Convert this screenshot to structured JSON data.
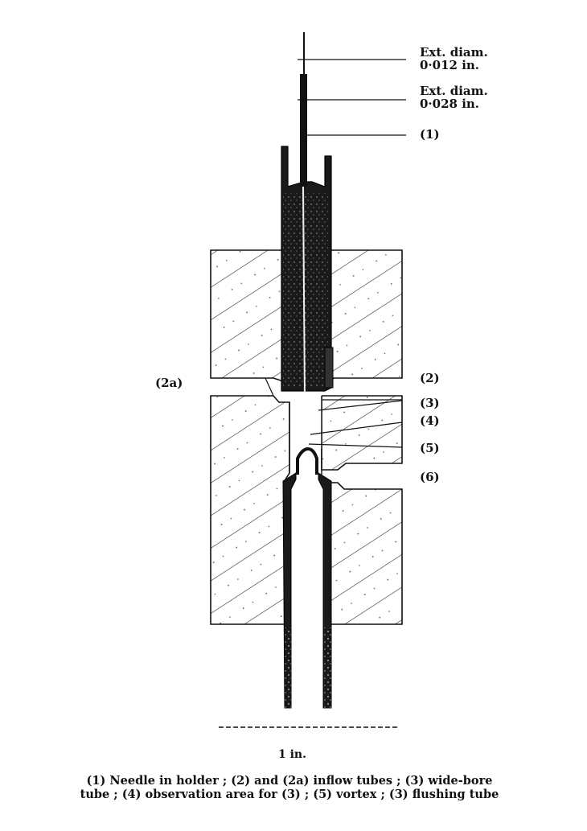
{
  "labels": {
    "ext_diam_1": "Ext. diam.",
    "ext_diam_1_value": "0·012 in.",
    "ext_diam_2": "Ext. diam.",
    "ext_diam_2_value": "0·028 in.",
    "l1": "(1)",
    "l2": "(2)",
    "l2a": "(2a)",
    "l3": "(3)",
    "l4": "(4)",
    "l5": "(5)",
    "l6": "(6)"
  },
  "scale": {
    "label": "1 in."
  },
  "caption": {
    "line1": "(1) Needle in holder ; (2) and (2a) inflow tubes ; (3) wide-bore",
    "line2": "tube ; (4) observation area for (3) ; (5) vortex ; (3) flushing tube"
  }
}
